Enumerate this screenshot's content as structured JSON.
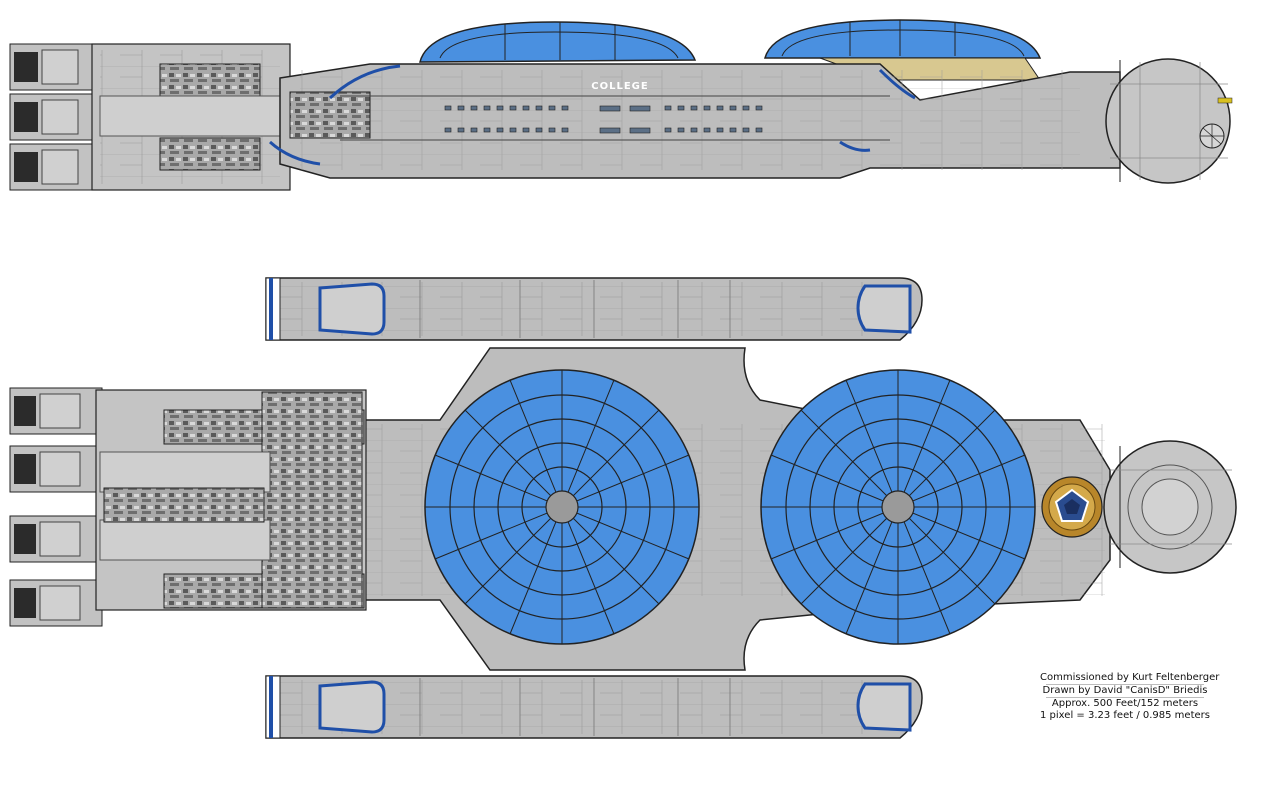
{
  "hull_label": "COLLEGE",
  "credits": {
    "commissioned": "Commissioned by Kurt Feltenberger",
    "drawn": "Drawn by David \"CanisD\" Briedis",
    "length": "Approx. 500 Feet/152 meters",
    "scale": "1 pixel = 3.23 feet / 0.985 meters"
  },
  "colors": {
    "hull": "#bdbdbd",
    "hull_light": "#cfcfcf",
    "hull_dark": "#9c9c9c",
    "panel_line": "#8a8a8a",
    "outline": "#222222",
    "dome_blue": "#4a90e0",
    "dome_light": "#6aa8ec",
    "trim_blue": "#1f4fa8",
    "emblem_gold": "#b8862a",
    "emblem_blue": "#2a4c8f",
    "engine_dark": "#2b2b2b",
    "gold_strip": "#d8c890"
  }
}
